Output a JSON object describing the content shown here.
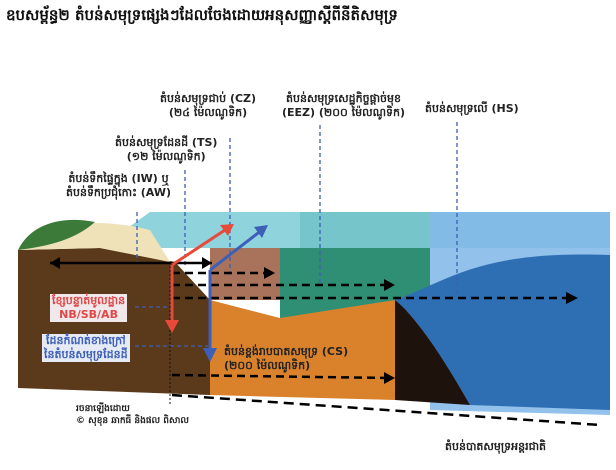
{
  "title": "ឧបសម្ព័ន្ធ២ តំបន់សមុទ្រផ្សេងៗដែលចែងដោយអនុសញ្ញាស្ដីពីនីតិសមុទ្រ",
  "zones": {
    "cz": {
      "line1": "តំបន់សមុទ្រជាប់ (CZ)",
      "line2": "(២៤ ម៉ៃលណូទិក)"
    },
    "eez": {
      "line1": "តំបន់សមុទ្រសេដ្ឋកិច្ចផ្ដាច់មុខ",
      "line2": "(EEZ) (២០០ ម៉ៃលណូទិក)"
    },
    "hs": {
      "line1": "តំបន់សមុទ្រលើ (HS)"
    },
    "ts": {
      "line1": "តំបន់សមុទ្រដែនដី (TS)",
      "line2": "(១២ ម៉ៃលណូទិក)"
    },
    "iw": {
      "line1": "តំបន់ទឹកផ្ទៃក្នុង (IW) ឬ",
      "line2": "តំបន់ទឹកប្រជុំកោះ (AW)"
    },
    "baseline": {
      "line1": "ខ្សែបន្ទាត់មូលដ្ឋាន",
      "line2": "NB/SB/AB"
    },
    "outer_limit": {
      "line1": "ដែនកំណត់ខាងក្រៅ",
      "line2": "នៃតំបន់សមុទ្រដែនដី"
    },
    "cs": {
      "line1": "តំបន់ខ្ពង់រាបបាតសមុទ្រ (CS)",
      "line2": "(២០០ ម៉ៃលណូទិក)"
    },
    "seabed": {
      "line1": "តំបន់បាតសមុទ្រអន្តរជាតិ"
    }
  },
  "credit": {
    "line1": "រចនាឡើងដោយ",
    "line2": "© សុខុន ឆាកធី និងផល ពិសាល"
  },
  "colors": {
    "land": "#5a3a1a",
    "shelf": "#d9822b",
    "ocean": "#3f7fc0",
    "surface": "#8fd3dc",
    "red_arrow": "#e84a3a",
    "blue_arrow": "#3d5fb8"
  }
}
